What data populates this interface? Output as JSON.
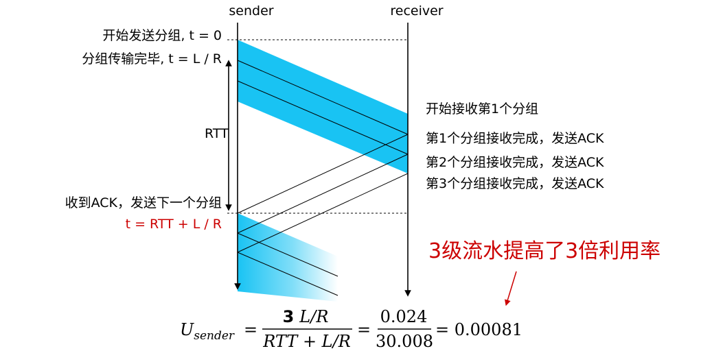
{
  "header": {
    "sender": "sender",
    "receiver": "receiver"
  },
  "left_labels": {
    "start_send": "开始发送分组, t = 0",
    "transmit_done": "分组传输完毕, t = L / R",
    "rtt": "RTT",
    "recv_ack": "收到ACK，发送下一个分组",
    "t_next": "t = RTT + L / R"
  },
  "right_labels": {
    "start_recv": "开始接收第1个分组",
    "pkt1_done": "第1个分组接收完成，发送ACK",
    "pkt2_done": "第2个分组接收完成，发送ACK",
    "pkt3_done": "第3个分组接收完成，发送ACK"
  },
  "annotation": "3级流水提高了3倍利用率",
  "formula": {
    "lhs_main": "U",
    "lhs_sub": "sender",
    "eq": "=",
    "num1_bold": "3",
    "num1_rest": "L/R",
    "den1": "RTT + L/R",
    "num2": "0.024",
    "den2": "30.008",
    "result": "= 0.00081"
  },
  "colors": {
    "packet_fill": "#19c3f3",
    "accent_red": "#cc0000"
  }
}
